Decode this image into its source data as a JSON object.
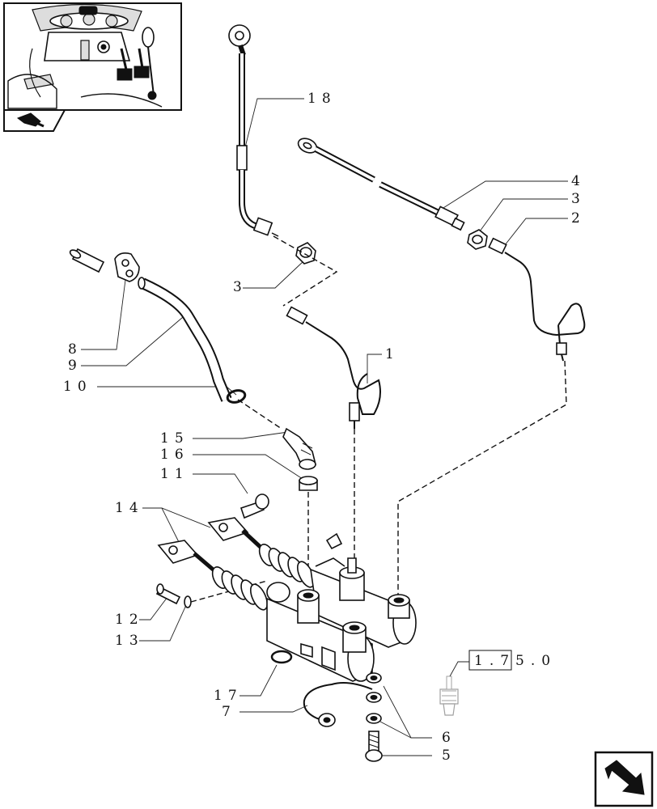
{
  "callouts": {
    "c18": "18",
    "c4": "4",
    "c3a": "3",
    "c2": "2",
    "c3b": "3",
    "c8": "8",
    "c9": "9",
    "c10": "10",
    "c1": "1",
    "c15": "15",
    "c16": "16",
    "c11": "11",
    "c14": "14",
    "c12": "12",
    "c13": "13",
    "c17": "17",
    "c7": "7",
    "c6": "6",
    "c5": "5"
  },
  "reference": {
    "label": "1.75.0"
  },
  "icons": {
    "thumbnail": "pedal-area-thumbnail",
    "section_icon": "section-arrow-icon",
    "navigation": "next-page-arrow-icon"
  }
}
